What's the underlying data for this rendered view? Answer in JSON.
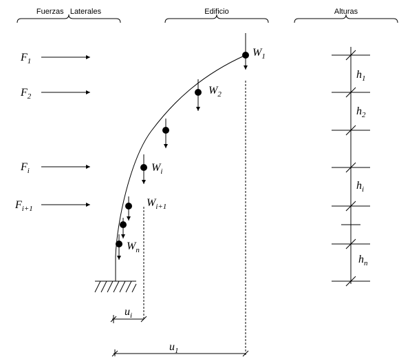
{
  "headers": {
    "forces": "Fuerzas   Laterales",
    "building": "Edificio",
    "heights": "Alturas"
  },
  "forces": [
    {
      "base": "F",
      "sub": "1"
    },
    {
      "base": "F",
      "sub": "2"
    },
    {
      "base": "F",
      "sub": "i"
    },
    {
      "base": "F",
      "sub": "i+1"
    }
  ],
  "weights": [
    {
      "base": "W",
      "sub": "1"
    },
    {
      "base": "W",
      "sub": "2"
    },
    {
      "base": "W",
      "sub": "i"
    },
    {
      "base": "W",
      "sub": "i+1"
    },
    {
      "base": "W",
      "sub": "n"
    }
  ],
  "heights": [
    {
      "base": "h",
      "sub": "1"
    },
    {
      "base": "h",
      "sub": "2"
    },
    {
      "base": "h",
      "sub": "i"
    },
    {
      "base": "h",
      "sub": "n"
    }
  ],
  "displacements": [
    {
      "base": "u",
      "sub": "i"
    },
    {
      "base": "u",
      "sub": "1"
    }
  ]
}
